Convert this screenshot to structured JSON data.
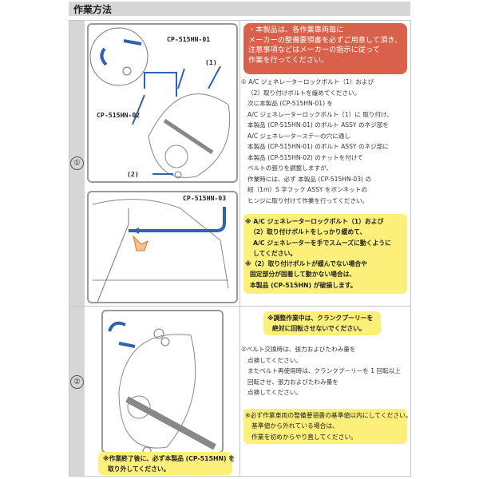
{
  "section_title": "作業方法",
  "colors": {
    "header_bg": "#d6d6d6",
    "warning_red": "#d9604a",
    "highlight_yellow": "#fdf07a",
    "arrow_blue": "#2f63b0",
    "hand_orange": "#e07a2a"
  },
  "steps": [
    {
      "number": "①",
      "warning_box": [
        "・本製品は、各作業車両毎に",
        "メーカーの整備要領書を必ずご用意して頂き、",
        "注意事項などはメーカーの指示に従って",
        "作業を行ってください。"
      ],
      "instructions": [
        "① A/C ジェネレーターロックボルト（1）および",
        "（2）取り付けボルトを緩めてください。",
        "次に本製品 (CP-515HN-01) を",
        "A/C ジェネレーターロックボルト（1）に 取り付け、",
        "本製品 (CP-515HN-01) のボルト ASSY のネジ部を",
        "A/C ジェネレーターステーの穴に通し",
        "本製品 (CP-515HN-01) のボルト ASSY のネジ部に",
        "本製品 (CP-515HN-02) のナットを付けて",
        "ベルトの張りを調整しますが、",
        "作業時には、必ず 本製品 (CP-515HN-03) の",
        "紐（1m）S 字フック ASSY をボンネットの",
        "ヒンジに取り付けて作業を行ってください。"
      ],
      "notes": [
        "※ A/C ジェネレーターロックボルト（1）および",
        "（2）取り付けボルトをしっかり緩めて、",
        "A/C ジェネレーターを手でスムーズに動くように",
        "してください。",
        "※（2）取り付けボルトが緩んでない場合や",
        "固定部分が固着して動かない場合は、",
        "本製品 (CP-515HN) が破損します。"
      ],
      "diagram_labels": {
        "part01": "CP-515HN-01",
        "part02": "CP-515HN-02",
        "part03": "CP-515HN-03",
        "bolt1": "(1)",
        "bolt2": "(2)"
      }
    },
    {
      "number": "②",
      "caution_top": [
        "※調整作業中は、クランクプーリーを",
        "絶対に回転させないでください。"
      ],
      "instructions": [
        "②ベルト交換時は、張力およびたわみ量を",
        "点検してください。",
        "またベルト再使用時は、クランクプーリーを 1 回転以上",
        "回転させ、張力およびたわみ量を",
        "点検してください。"
      ],
      "notes": [
        "※必ず作業車両の整備要領書の基準値以内にしてください。",
        "基準値から外れている場合は、",
        "作業を初めからやり直してください。"
      ],
      "image_caption": [
        "※作業終了後に、必ず本製品 (CP-515HN) を",
        "取り外してください。"
      ]
    }
  ]
}
